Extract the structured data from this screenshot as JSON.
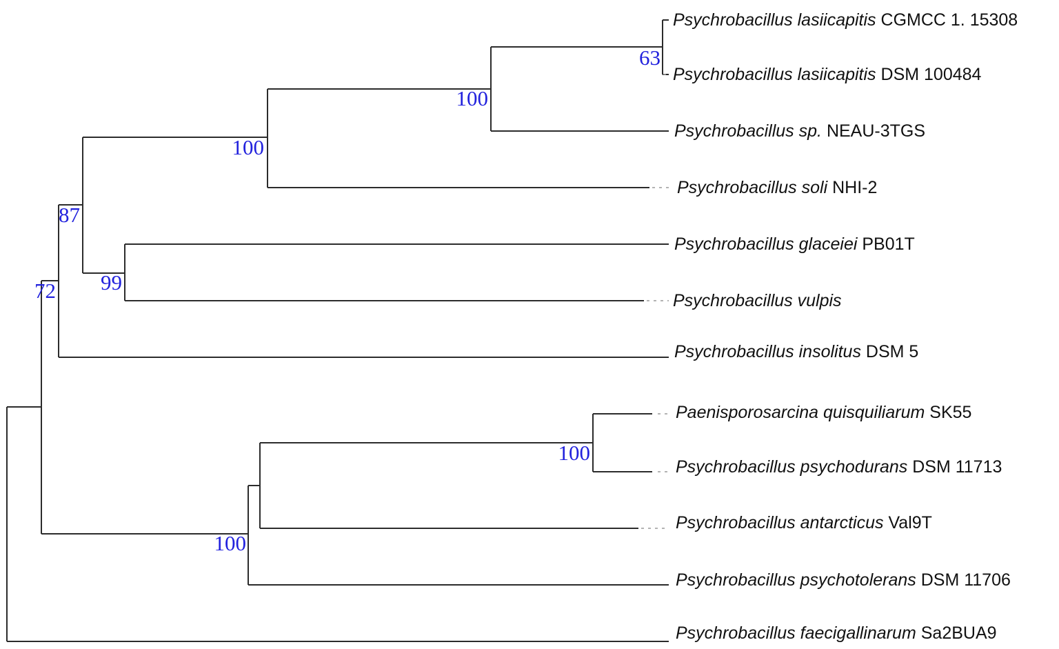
{
  "tree": {
    "bootstrap_color": "#2222dd",
    "bootstrap_values": [
      {
        "id": "n63",
        "value": "63"
      },
      {
        "id": "n100a",
        "value": "100"
      },
      {
        "id": "n100b",
        "value": "100"
      },
      {
        "id": "n87",
        "value": "87"
      },
      {
        "id": "n99",
        "value": "99"
      },
      {
        "id": "n72",
        "value": "72"
      },
      {
        "id": "n100c",
        "value": "100"
      },
      {
        "id": "n100d",
        "value": "100"
      }
    ],
    "taxa": [
      {
        "genus": "Psychrobacillus lasiicapitis",
        "strain": "CGMCC 1. 15308"
      },
      {
        "genus": "Psychrobacillus lasiicapitis",
        "strain": "DSM 100484"
      },
      {
        "genus": "Psychrobacillus sp.",
        "strain": "NEAU-3TGS"
      },
      {
        "genus": "Psychrobacillus soli",
        "strain": "NHI-2"
      },
      {
        "genus": "Psychrobacillus glaceiei",
        "strain": "PB01T"
      },
      {
        "genus": "Psychrobacillus vulpis",
        "strain": ""
      },
      {
        "genus": "Psychrobacillus insolitus",
        "strain": "DSM 5"
      },
      {
        "genus": "Paenisporosarcina quisquiliarum",
        "strain": "SK55"
      },
      {
        "genus": "Psychrobacillus psychodurans",
        "strain": "DSM 11713"
      },
      {
        "genus": "Psychrobacillus antarcticus",
        "strain": "Val9T"
      },
      {
        "genus": "Psychrobacillus psychotolerans",
        "strain": "DSM 11706"
      },
      {
        "genus": "Psychrobacillus faecigallinarum",
        "strain": "Sa2BUA9"
      }
    ]
  }
}
